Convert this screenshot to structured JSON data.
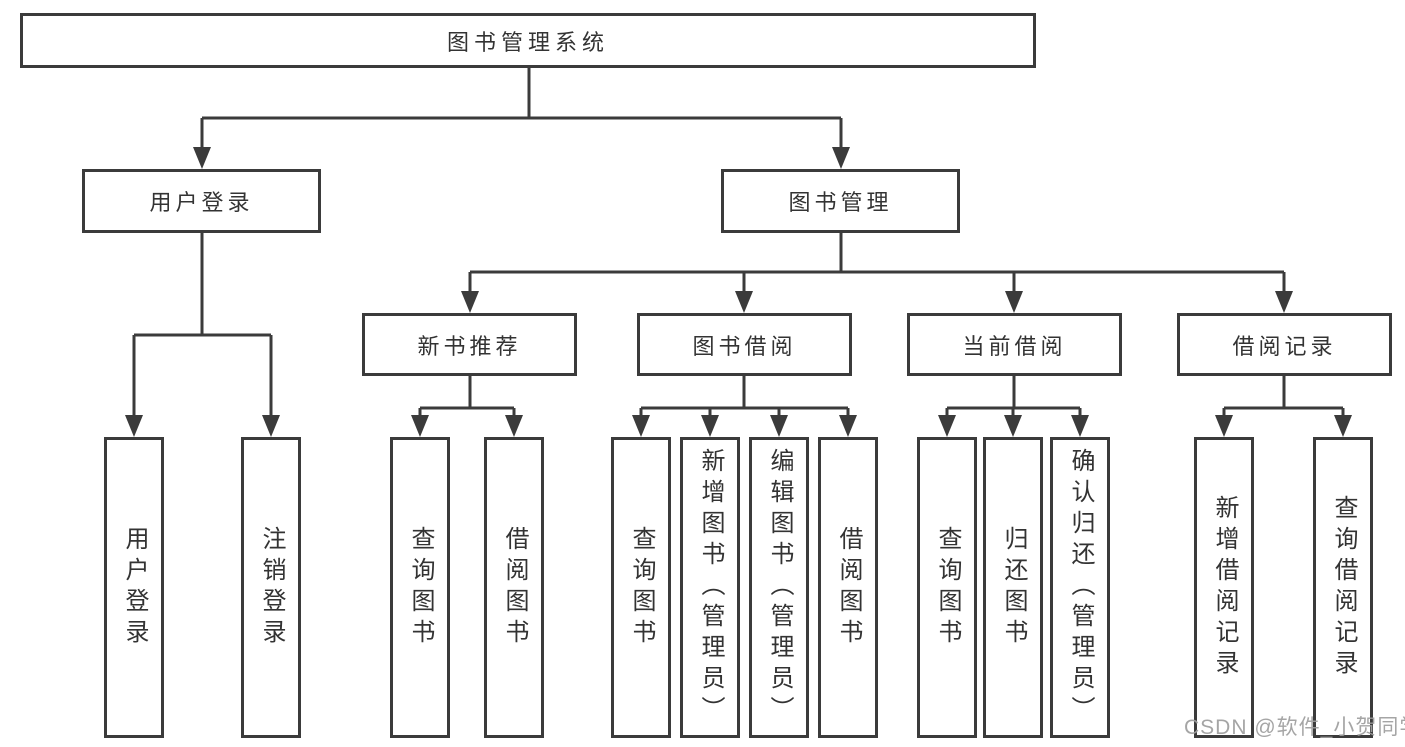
{
  "diagram": {
    "root_label": "图书管理系统",
    "level2": {
      "user_login": "用户登录",
      "book_mgmt": "图书管理"
    },
    "level3": {
      "new_book": "新书推荐",
      "book_borrow": "图书借阅",
      "current_borrow": "当前借阅",
      "borrow_record": "借阅记录"
    },
    "leaves": {
      "user_login": [
        "用户登录",
        "注销登录"
      ],
      "new_book": [
        "查询图书",
        "借阅图书"
      ],
      "book_borrow": [
        "查询图书",
        "新增图书（管理员）",
        "编辑图书（管理员）",
        "借阅图书"
      ],
      "current_borrow": [
        "查询图书",
        "归还图书",
        "确认归还（管理员）"
      ],
      "borrow_record": [
        "新增借阅记录",
        "查询借阅记录"
      ]
    }
  },
  "watermark": {
    "text": "CSDN @软件_小贺同学"
  },
  "colors": {
    "line": "#3b3b3b",
    "text": "#333333",
    "box_fill": "#ffffff",
    "background": "#ffffff",
    "watermark": "#9e9e9e"
  }
}
